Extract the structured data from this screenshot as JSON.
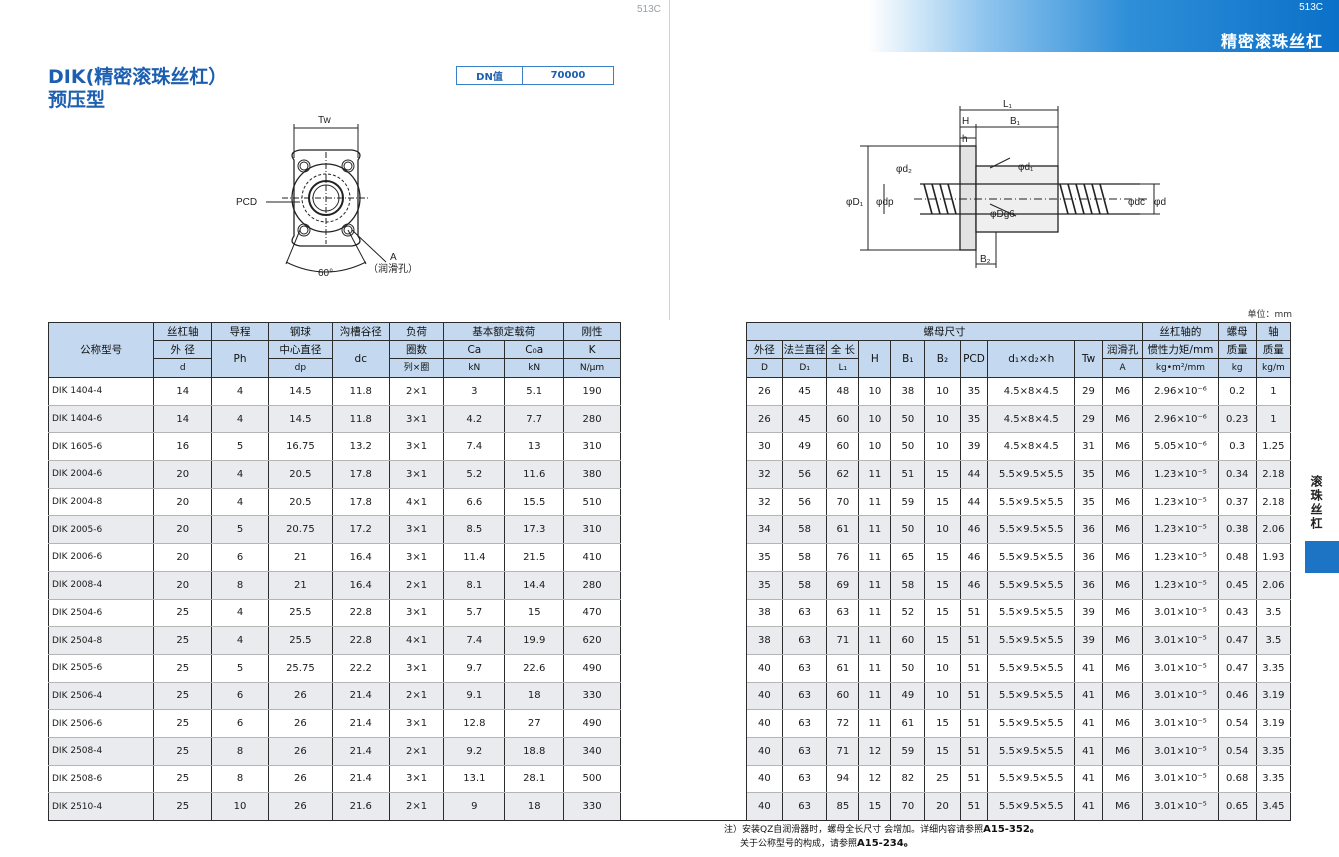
{
  "page_numbers": {
    "left": "513C",
    "right": "513C"
  },
  "banner": {
    "title": "精密滚珠丝杠"
  },
  "title": {
    "line1": "DIK(精密滚珠丝杠）",
    "line2": "预压型"
  },
  "dn": {
    "label": "DN值",
    "value": "70000"
  },
  "diagram_left": {
    "tw": "Tw",
    "pcd": "PCD",
    "angle": "60°",
    "a": "A",
    "oil": "（润滑孔）"
  },
  "diagram_right": {
    "l1": "L₁",
    "h": "H",
    "b1": "B₁",
    "h_small": "h",
    "d2": "φd₂",
    "d1": "φd₁",
    "D1": "φD₁",
    "dp": "φdp",
    "dc": "φdc",
    "d": "φd",
    "dg6": "φDg6",
    "b2": "B₂"
  },
  "unit": "单位：mm",
  "side_tab": "滚珠丝杠",
  "header": {
    "model": "公称型号",
    "shaft": [
      "丝杠轴",
      "外 径",
      "d"
    ],
    "lead": [
      "导程",
      "Ph"
    ],
    "ball": [
      "钢球",
      "中心直径",
      "dp"
    ],
    "groove": [
      "沟槽谷径",
      "dc"
    ],
    "load_turns": [
      "负荷",
      "圈数",
      "列×圈"
    ],
    "rated_load": "基本额定载荷",
    "ca": [
      "Ca",
      "kN"
    ],
    "c0a": [
      "C₀a",
      "kN"
    ],
    "rigidity": [
      "刚性",
      "K",
      "N/μm"
    ],
    "nut_dims": "螺母尺寸",
    "outer": [
      "外径",
      "D"
    ],
    "flange": [
      "法兰直径",
      "D₁"
    ],
    "length": [
      "全 长",
      "L₁"
    ],
    "H": "H",
    "B1": "B₁",
    "B2": "B₂",
    "PCD": "PCD",
    "dxh": "d₁×d₂×h",
    "Tw": "Tw",
    "oil": [
      "润滑孔",
      "A"
    ],
    "inertia": [
      "丝杠轴的",
      "惯性力矩/mm",
      "kg•m²/mm"
    ],
    "nut_mass": [
      "螺母",
      "质量",
      "kg"
    ],
    "shaft_mass": [
      "轴",
      "质量",
      "kg/m"
    ]
  },
  "rows": [
    [
      "DIK 1404-4",
      "14",
      "4",
      "14.5",
      "11.8",
      "2×1",
      "3",
      "5.1",
      "190",
      "26",
      "45",
      "48",
      "10",
      "38",
      "10",
      "35",
      "4.5×8×4.5",
      "29",
      "M6",
      "2.96×10⁻⁶",
      "0.2",
      "1"
    ],
    [
      "DIK 1404-6",
      "14",
      "4",
      "14.5",
      "11.8",
      "3×1",
      "4.2",
      "7.7",
      "280",
      "26",
      "45",
      "60",
      "10",
      "50",
      "10",
      "35",
      "4.5×8×4.5",
      "29",
      "M6",
      "2.96×10⁻⁶",
      "0.23",
      "1"
    ],
    [
      "DIK 1605-6",
      "16",
      "5",
      "16.75",
      "13.2",
      "3×1",
      "7.4",
      "13",
      "310",
      "30",
      "49",
      "60",
      "10",
      "50",
      "10",
      "39",
      "4.5×8×4.5",
      "31",
      "M6",
      "5.05×10⁻⁶",
      "0.3",
      "1.25"
    ],
    [
      "DIK 2004-6",
      "20",
      "4",
      "20.5",
      "17.8",
      "3×1",
      "5.2",
      "11.6",
      "380",
      "32",
      "56",
      "62",
      "11",
      "51",
      "15",
      "44",
      "5.5×9.5×5.5",
      "35",
      "M6",
      "1.23×10⁻⁵",
      "0.34",
      "2.18"
    ],
    [
      "DIK 2004-8",
      "20",
      "4",
      "20.5",
      "17.8",
      "4×1",
      "6.6",
      "15.5",
      "510",
      "32",
      "56",
      "70",
      "11",
      "59",
      "15",
      "44",
      "5.5×9.5×5.5",
      "35",
      "M6",
      "1.23×10⁻⁵",
      "0.37",
      "2.18"
    ],
    [
      "DIK 2005-6",
      "20",
      "5",
      "20.75",
      "17.2",
      "3×1",
      "8.5",
      "17.3",
      "310",
      "34",
      "58",
      "61",
      "11",
      "50",
      "10",
      "46",
      "5.5×9.5×5.5",
      "36",
      "M6",
      "1.23×10⁻⁵",
      "0.38",
      "2.06"
    ],
    [
      "DIK 2006-6",
      "20",
      "6",
      "21",
      "16.4",
      "3×1",
      "11.4",
      "21.5",
      "410",
      "35",
      "58",
      "76",
      "11",
      "65",
      "15",
      "46",
      "5.5×9.5×5.5",
      "36",
      "M6",
      "1.23×10⁻⁵",
      "0.48",
      "1.93"
    ],
    [
      "DIK 2008-4",
      "20",
      "8",
      "21",
      "16.4",
      "2×1",
      "8.1",
      "14.4",
      "280",
      "35",
      "58",
      "69",
      "11",
      "58",
      "15",
      "46",
      "5.5×9.5×5.5",
      "36",
      "M6",
      "1.23×10⁻⁵",
      "0.45",
      "2.06"
    ],
    [
      "DIK 2504-6",
      "25",
      "4",
      "25.5",
      "22.8",
      "3×1",
      "5.7",
      "15",
      "470",
      "38",
      "63",
      "63",
      "11",
      "52",
      "15",
      "51",
      "5.5×9.5×5.5",
      "39",
      "M6",
      "3.01×10⁻⁵",
      "0.43",
      "3.5"
    ],
    [
      "DIK 2504-8",
      "25",
      "4",
      "25.5",
      "22.8",
      "4×1",
      "7.4",
      "19.9",
      "620",
      "38",
      "63",
      "71",
      "11",
      "60",
      "15",
      "51",
      "5.5×9.5×5.5",
      "39",
      "M6",
      "3.01×10⁻⁵",
      "0.47",
      "3.5"
    ],
    [
      "DIK 2505-6",
      "25",
      "5",
      "25.75",
      "22.2",
      "3×1",
      "9.7",
      "22.6",
      "490",
      "40",
      "63",
      "61",
      "11",
      "50",
      "10",
      "51",
      "5.5×9.5×5.5",
      "41",
      "M6",
      "3.01×10⁻⁵",
      "0.47",
      "3.35"
    ],
    [
      "DIK 2506-4",
      "25",
      "6",
      "26",
      "21.4",
      "2×1",
      "9.1",
      "18",
      "330",
      "40",
      "63",
      "60",
      "11",
      "49",
      "10",
      "51",
      "5.5×9.5×5.5",
      "41",
      "M6",
      "3.01×10⁻⁵",
      "0.46",
      "3.19"
    ],
    [
      "DIK 2506-6",
      "25",
      "6",
      "26",
      "21.4",
      "3×1",
      "12.8",
      "27",
      "490",
      "40",
      "63",
      "72",
      "11",
      "61",
      "15",
      "51",
      "5.5×9.5×5.5",
      "41",
      "M6",
      "3.01×10⁻⁵",
      "0.54",
      "3.19"
    ],
    [
      "DIK 2508-4",
      "25",
      "8",
      "26",
      "21.4",
      "2×1",
      "9.2",
      "18.8",
      "340",
      "40",
      "63",
      "71",
      "12",
      "59",
      "15",
      "51",
      "5.5×9.5×5.5",
      "41",
      "M6",
      "3.01×10⁻⁵",
      "0.54",
      "3.35"
    ],
    [
      "DIK 2508-6",
      "25",
      "8",
      "26",
      "21.4",
      "3×1",
      "13.1",
      "28.1",
      "500",
      "40",
      "63",
      "94",
      "12",
      "82",
      "25",
      "51",
      "5.5×9.5×5.5",
      "41",
      "M6",
      "3.01×10⁻⁵",
      "0.68",
      "3.35"
    ],
    [
      "DIK 2510-4",
      "25",
      "10",
      "26",
      "21.6",
      "2×1",
      "9",
      "18",
      "330",
      "40",
      "63",
      "85",
      "15",
      "70",
      "20",
      "51",
      "5.5×9.5×5.5",
      "41",
      "M6",
      "3.01×10⁻⁵",
      "0.65",
      "3.45"
    ]
  ],
  "notes": {
    "line1_text": "注）安装QZ自润滑器时，螺母全长尺寸 会增加。详细内容请参照",
    "line1_ref": "A15-352。",
    "line2_text": "关于公称型号的构成，请参照",
    "line2_ref": "A15-234。"
  }
}
